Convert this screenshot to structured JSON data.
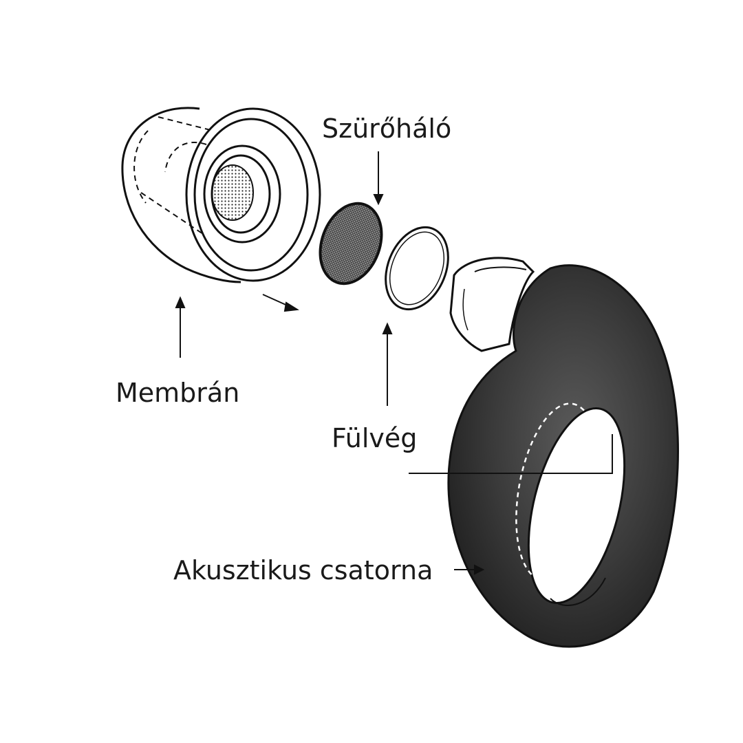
{
  "labels": {
    "filter_mesh": "Szürőháló",
    "membrane": "Membrán",
    "ear_tip": "Fülvég",
    "acoustic_channel": "Akusztikus csatorna"
  },
  "colors": {
    "line": "#111111",
    "body_fill": "#3a3a3a",
    "body_highlight": "#5a5a5a",
    "background": "#ffffff"
  }
}
